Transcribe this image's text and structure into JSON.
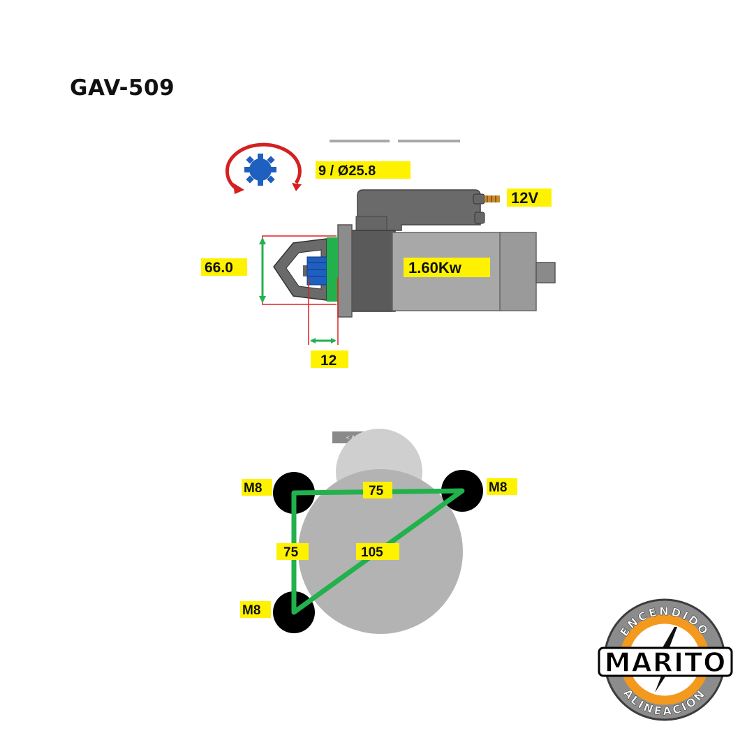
{
  "header": {
    "title": "GAV-509"
  },
  "starter": {
    "pinion": "9 / Ø25.8",
    "voltage": "12V",
    "power": "1.60Kw",
    "flange_diameter": "66.0",
    "pinion_offset": "12",
    "colors": {
      "label_bg": "#fff200",
      "dimension_green": "#22b14c",
      "dimension_red": "#e02020",
      "gear_blue": "#1f5fbf",
      "rotation_arrow": "#d42020"
    }
  },
  "mounting": {
    "top_button": "< Anterior",
    "holes": [
      "M8",
      "M8",
      "M8"
    ],
    "distance_top": "75",
    "distance_left": "75",
    "distance_diagonal": "105"
  },
  "logo": {
    "top_text": "ENCENDIDO",
    "name": "MARITO",
    "bottom_text": "ALINEACION",
    "colors": {
      "ring": "#f39a1e",
      "outer": "#8c8c8c"
    }
  }
}
